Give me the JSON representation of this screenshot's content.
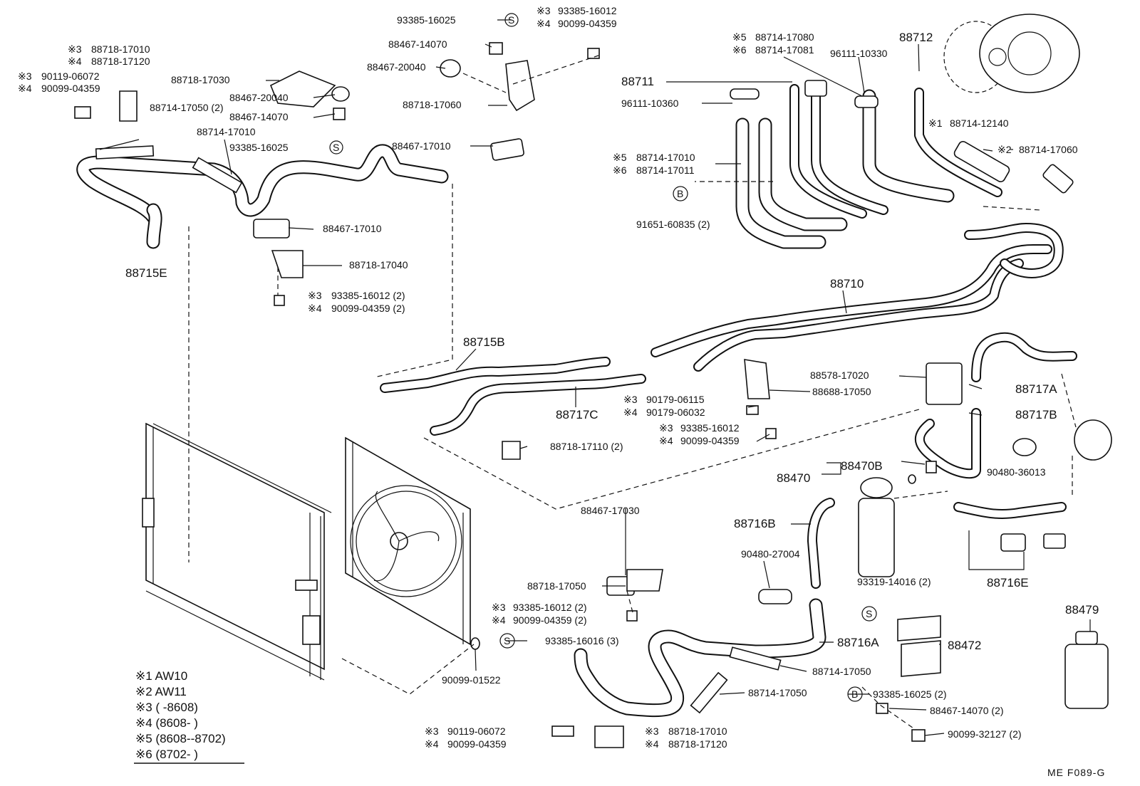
{
  "labels": {
    "p93385_16025_top": "93385-16025",
    "p93385_16012_top3": "93385-16012",
    "p90099_04359_top4": "90099-04359",
    "p88467_14070_top": "88467-14070",
    "p88467_20040_top": "88467-20040",
    "p88718_17060": "88718-17060",
    "p88467_17010_top": "88467-17010",
    "p88718_17010_tl3": "88718-17010",
    "p88718_17120_tl4": "88718-17120",
    "p90119_06072_tl3": "90119-06072",
    "p90099_04359_tl4": "90099-04359",
    "p88718_17030": "88718-17030",
    "p88467_20040_mid": "88467-20040",
    "p88467_14070_mid": "88467-14070",
    "p93385_16025_mid": "93385-16025",
    "p88714_17050_tl": "88714-17050 (2)",
    "p88714_17010_tl": "88714-17010",
    "p88467_17010_mid": "88467-17010",
    "p88718_17040": "88718-17040",
    "p93385_16012_2": "93385-16012 (2)",
    "p90099_04359_2": "90099-04359 (2)",
    "p88715E": "88715E",
    "p88714_17080": "88714-17080",
    "p88714_17081": "88714-17081",
    "p88711": "88711",
    "p96111_10360": "96111-10360",
    "p88714_17010_r5": "88714-17010",
    "p88714_17011_r6": "88714-17011",
    "p91651_60835": "91651-60835 (2)",
    "p88712": "88712",
    "p96111_10330": "96111-10330",
    "p88714_12140": "88714-12140",
    "p88714_17060": "88714-17060",
    "p88710": "88710",
    "p88715B": "88715B",
    "p88717C": "88717C",
    "p90179_06115": "90179-06115",
    "p90179_06032": "90179-06032",
    "p93385_16012_c3": "93385-16012",
    "p90099_04359_c4": "90099-04359",
    "p88718_17110": "88718-17110 (2)",
    "p88578_17020": "88578-17020",
    "p88688_17050": "88688-17050",
    "p88717A": "88717A",
    "p88717B": "88717B",
    "p88470": "88470",
    "p88470B": "88470B",
    "p90480_36013": "90480-36013",
    "p88716B": "88716B",
    "p90480_27004": "90480-27004",
    "p93319_14016": "93319-14016 (2)",
    "p88716E": "88716E",
    "p88479": "88479",
    "p88472": "88472",
    "p88716A": "88716A",
    "p88714_17050_b1": "88714-17050",
    "p88714_17050_b2": "88714-17050",
    "p88467_17030": "88467-17030",
    "p88718_17050": "88718-17050",
    "p93385_16012_b3": "93385-16012 (2)",
    "p90099_04359_b4": "90099-04359 (2)",
    "p93385_16016": "93385-16016 (3)",
    "p90099_01522": "90099-01522",
    "p90119_06072_b3": "90119-06072",
    "p90099_04359_b4b": "90099-04359",
    "p88718_17010_b3": "88718-17010",
    "p88718_17120_b4": "88718-17120",
    "p93385_16025_b": "93385-16025 (2)",
    "p88467_14070_b": "88467-14070 (2)",
    "p90099_32127": "90099-32127 (2)"
  },
  "marks": {
    "n1": "※1",
    "n2": "※2",
    "n3": "※3",
    "n4": "※4",
    "n5": "※5",
    "n6": "※6",
    "S": "S",
    "B": "B"
  },
  "legend": {
    "l1": "※1 AW10",
    "l2": "※2 AW11",
    "l3": "※3 (        -8608)",
    "l4": "※4 (8608-        )",
    "l5": "※5 (8608--8702)",
    "l6": "※6 (8702-        )"
  },
  "diagram_code": "ME  F089-G"
}
